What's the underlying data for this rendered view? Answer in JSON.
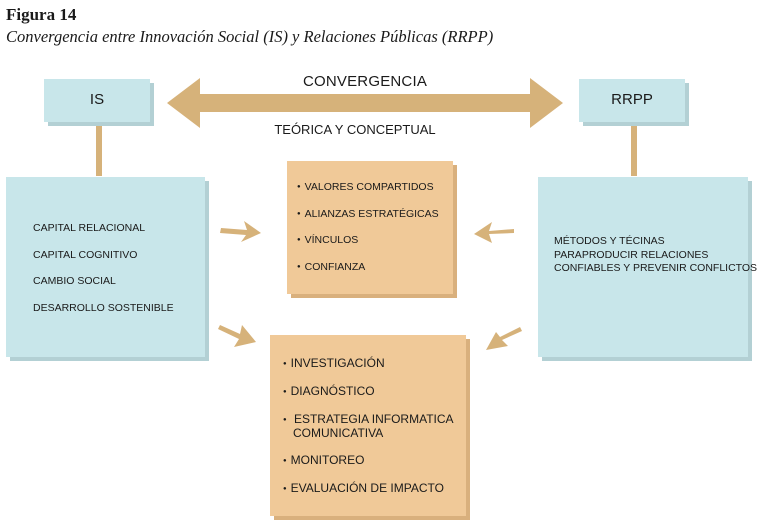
{
  "figure": {
    "title": "Figura 14",
    "subtitle": "Convergencia entre Innovación Social (IS) y Relaciones Públicas (RRPP)"
  },
  "nodes": {
    "is_label": "IS",
    "rrpp_label": "RRPP"
  },
  "convergence": {
    "top": "CONVERGENCIA",
    "bottom": "TEÓRICA Y CONCEPTUAL"
  },
  "is_box": {
    "items": [
      "CAPITAL RELACIONAL",
      "CAPITAL COGNITIVO",
      "CAMBIO SOCIAL",
      "DESARROLLO SOSTENIBLE"
    ]
  },
  "middle_box": {
    "items": [
      "VALORES COMPARTIDOS",
      "ALIANZAS ESTRATÉGICAS",
      "VÍNCULOS",
      "CONFIANZA"
    ]
  },
  "bottom_box": {
    "items": [
      "INVESTIGACIÓN",
      "DIAGNÓSTICO",
      "ESTRATEGIA INFORMATICA",
      "COMUNICATIVA",
      "MONITOREO",
      "EVALUACIÓN DE IMPACTO"
    ]
  },
  "rrpp_box": {
    "lines": [
      "MÉTODOS Y TÉCINAS",
      "PARAPRODUCIR RELACIONES",
      "CONFIABLES Y PREVENIR CONFLICTOS"
    ]
  },
  "colors": {
    "blue_box": "#c8e6ea",
    "tan_box": "#f0c998",
    "arrow": "#d6b27a"
  }
}
